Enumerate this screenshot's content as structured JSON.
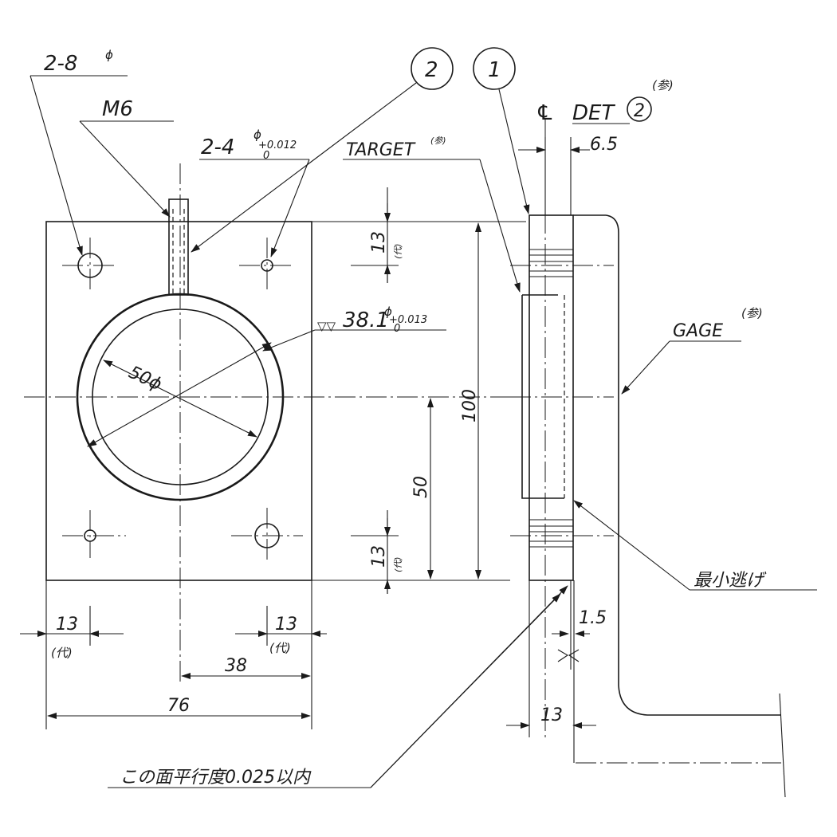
{
  "labels": {
    "holes_8": "2-8",
    "phi": "ϕ",
    "m6": "M6",
    "pin_hole": "2-4",
    "pin_tol_upper": "+0.012",
    "pin_tol_lower": "0",
    "bore": "38.1",
    "bore_tol_upper": "+0.013",
    "bore_tol_lower": "0",
    "finish_mark": "▽▽",
    "circle_2": "2",
    "circle_1": "1",
    "det": "DET",
    "det_num": "2",
    "cl_symbol": "℄",
    "ref": "(参)",
    "target": "TARGET",
    "gage": "GAGE",
    "min_relief": "最小逃げ",
    "parallel_note": "この面平行度0.025以内",
    "outer_dia": "50ϕ",
    "typ": "(代)"
  },
  "dimensions": {
    "d_6_5": "6.5",
    "d_13_top": "13",
    "d_13_bottom": "13",
    "d_100": "100",
    "d_50": "50",
    "d_13_left": "13",
    "d_13_right": "13",
    "d_38": "38",
    "d_76": "76",
    "d_1_5": "1.5",
    "d_13_side": "13"
  }
}
